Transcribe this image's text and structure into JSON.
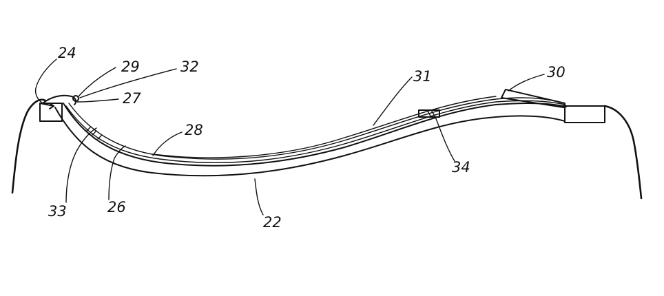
{
  "figure": {
    "labels": {
      "l24": "24",
      "l29": "29",
      "l32": "32",
      "l27": "27",
      "l28": "28",
      "l31": "31",
      "l30": "30",
      "l34": "34",
      "l33": "33",
      "l26": "26",
      "l22": "22"
    }
  }
}
